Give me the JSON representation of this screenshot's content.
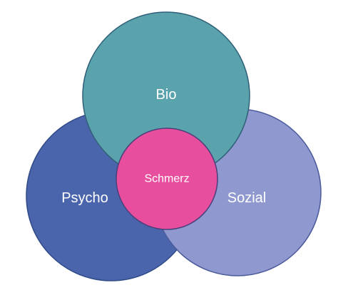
{
  "diagram": {
    "nodes": {
      "bio": {
        "label": "Bio",
        "fill": "#5aa3ac",
        "stroke": "#2f5f78"
      },
      "psycho": {
        "label": "Psycho",
        "fill": "#4b65ad",
        "stroke": "#2f4a86"
      },
      "sozial": {
        "label": "Sozial",
        "fill": "#8f98cf",
        "stroke": "#4a5a9a"
      },
      "center": {
        "label": "Schmerz",
        "fill": "#e84e9e",
        "stroke": "#4b3f7a"
      }
    }
  }
}
